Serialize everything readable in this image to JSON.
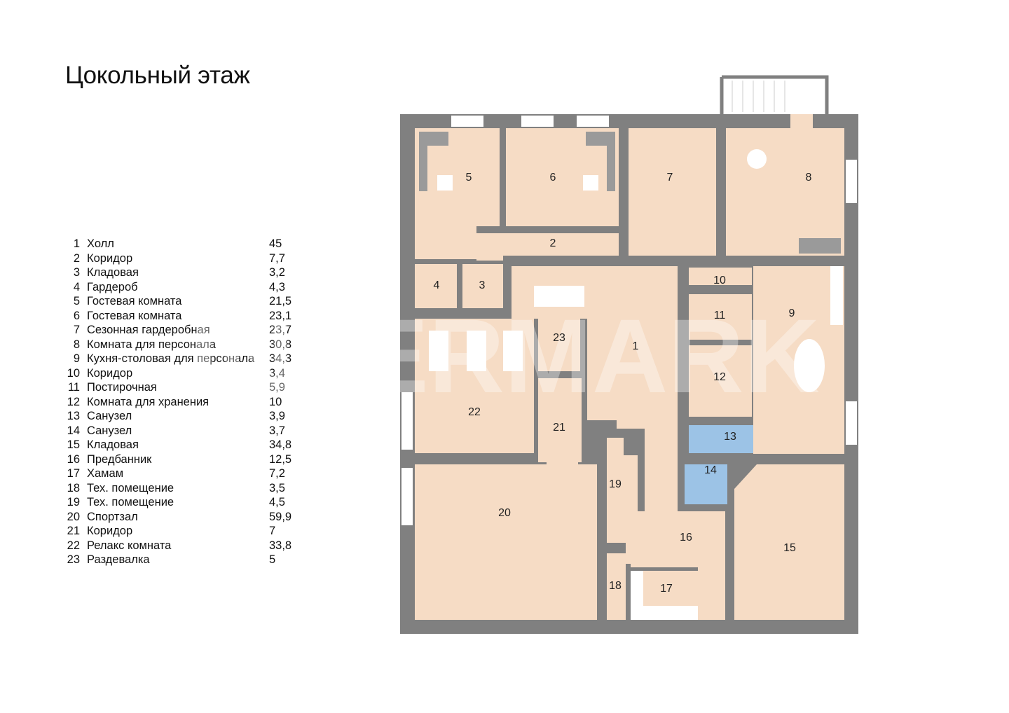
{
  "title": "Цокольный этаж",
  "watermark": "INTERMARK",
  "colors": {
    "wall": "#808080",
    "floor": "#f6dcc5",
    "bathroom": "#9cc3e6",
    "door": "#8b3a1a"
  },
  "rooms": [
    {
      "num": "1",
      "name": "Холл",
      "area": "45"
    },
    {
      "num": "2",
      "name": "Коридор",
      "area": "7,7"
    },
    {
      "num": "3",
      "name": "Кладовая",
      "area": "3,2"
    },
    {
      "num": "4",
      "name": "Гардероб",
      "area": "4,3"
    },
    {
      "num": "5",
      "name": "Гостевая комната",
      "area": "21,5"
    },
    {
      "num": "6",
      "name": "Гостевая комната",
      "area": "23,1"
    },
    {
      "num": "7",
      "name": "Сезонная гардеробная",
      "area": "23,7"
    },
    {
      "num": "8",
      "name": "Комната для персонала",
      "area": "30,8"
    },
    {
      "num": "9",
      "name": "Кухня-столовая для персонала",
      "area": "34,3"
    },
    {
      "num": "10",
      "name": "Коридор",
      "area": "3,4"
    },
    {
      "num": "11",
      "name": "Постирочная",
      "area": "5,9"
    },
    {
      "num": "12",
      "name": "Комната для хранения",
      "area": "10"
    },
    {
      "num": "13",
      "name": "Санузел",
      "area": "3,9"
    },
    {
      "num": "14",
      "name": "Санузел",
      "area": "3,7"
    },
    {
      "num": "15",
      "name": "Кладовая",
      "area": "34,8"
    },
    {
      "num": "16",
      "name": "Предбанник",
      "area": "12,5"
    },
    {
      "num": "17",
      "name": "Хамам",
      "area": "7,2"
    },
    {
      "num": "18",
      "name": "Тех. помещение",
      "area": "3,5"
    },
    {
      "num": "19",
      "name": "Тех. помещение",
      "area": "4,5"
    },
    {
      "num": "20",
      "name": "Спортзал",
      "area": "59,9"
    },
    {
      "num": "21",
      "name": "Коридор",
      "area": "7"
    },
    {
      "num": "22",
      "name": "Релакс комната",
      "area": "33,8"
    },
    {
      "num": "23",
      "name": "Раздевалка",
      "area": "5"
    }
  ]
}
